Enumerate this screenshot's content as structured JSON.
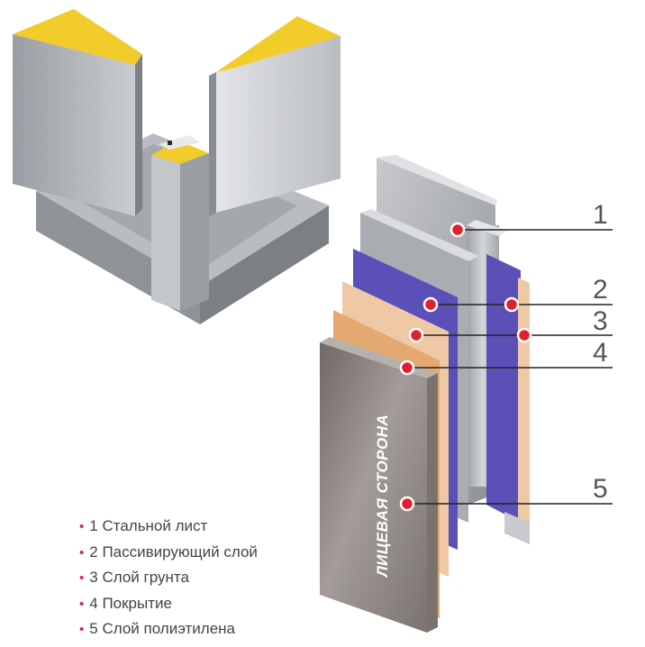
{
  "diagram": {
    "face_side_label": "ЛИЦЕВАЯ СТОРОНА",
    "callout_numbers": [
      "1",
      "2",
      "3",
      "4",
      "5"
    ]
  },
  "legend": [
    "1 Стальной лист",
    "2 Пассивирующий слой",
    "3 Слой грунта",
    "4 Покрытие",
    "5 Слой полиэтилена"
  ],
  "colors": {
    "steel": "#b4b6b9",
    "passivating_layer": "#5a50b8",
    "primer_layer": "#efc9a6",
    "coating": "#e4a871",
    "polyethylene_face": "#8c8582",
    "insulation_core": "#f2cc2a",
    "marker": "#e0202f"
  }
}
